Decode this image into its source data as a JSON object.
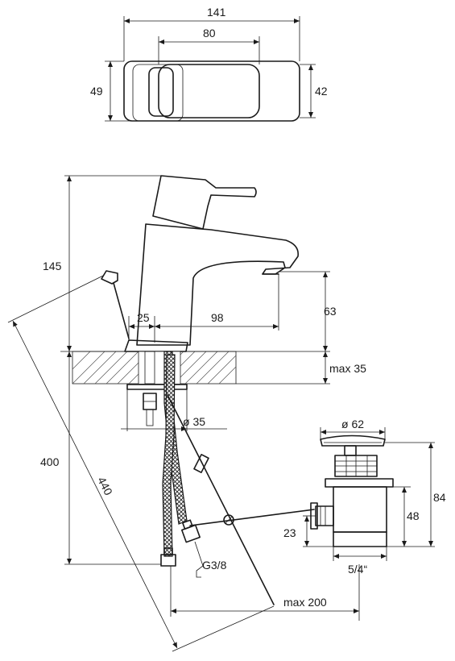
{
  "dimensions": {
    "top_width_total": "141",
    "top_width_inner": "80",
    "top_height_left": "49",
    "top_height_right": "42",
    "height_145": "145",
    "offset_25": "25",
    "reach_98": "98",
    "spout_height_63": "63",
    "deck_max_35": "max 35",
    "hole_diameter": "ø 35",
    "waste_diameter": "ø 62",
    "waste_height_84": "84",
    "waste_height_48": "48",
    "waste_offset_23": "23",
    "waste_thread": "5/4“",
    "hose_length_400": "400",
    "rod_length_440": "440",
    "max_200": "max 200",
    "thread_g38": "G3/8"
  }
}
